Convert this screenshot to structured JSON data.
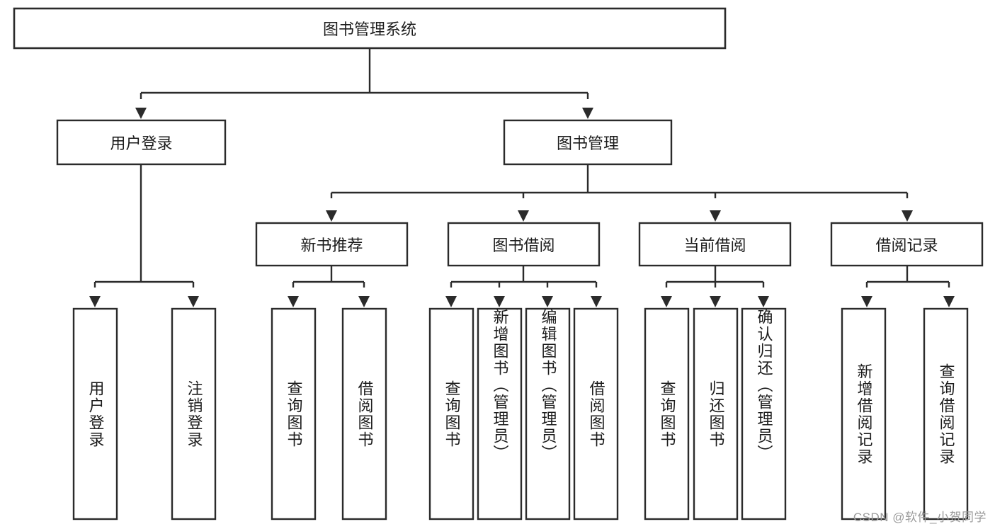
{
  "diagram": {
    "type": "tree-hierarchy-chart",
    "title": "图书管理系统",
    "orientation": "top-down",
    "box_fill": "#ffffff",
    "box_stroke": "#2b2b2b",
    "text_color": "#1c1c1c",
    "levels": 4,
    "nodes": {
      "root": {
        "label": "图书管理系统",
        "level": 0,
        "text_direction": "horizontal"
      },
      "l1": [
        {
          "label": "用户登录",
          "level": 1,
          "text_direction": "horizontal"
        },
        {
          "label": "图书管理",
          "level": 1,
          "text_direction": "horizontal"
        }
      ],
      "l2": [
        {
          "label": "新书推荐",
          "level": 2,
          "text_direction": "horizontal",
          "parent": "图书管理"
        },
        {
          "label": "图书借阅",
          "level": 2,
          "text_direction": "horizontal",
          "parent": "图书管理"
        },
        {
          "label": "当前借阅",
          "level": 2,
          "text_direction": "horizontal",
          "parent": "图书管理"
        },
        {
          "label": "借阅记录",
          "level": 2,
          "text_direction": "horizontal",
          "parent": "图书管理"
        }
      ],
      "leaves": [
        {
          "label": "用户登录",
          "parent": "用户登录",
          "text_direction": "vertical"
        },
        {
          "label": "注销登录",
          "parent": "用户登录",
          "text_direction": "vertical"
        },
        {
          "label": "查询图书",
          "parent": "新书推荐",
          "text_direction": "vertical"
        },
        {
          "label": "借阅图书",
          "parent": "新书推荐",
          "text_direction": "vertical"
        },
        {
          "label": "查询图书",
          "parent": "图书借阅",
          "text_direction": "vertical"
        },
        {
          "label": "新增图书（管理员）",
          "parent": "图书借阅",
          "text_direction": "vertical"
        },
        {
          "label": "编辑图书（管理员）",
          "parent": "图书借阅",
          "text_direction": "vertical"
        },
        {
          "label": "借阅图书",
          "parent": "图书借阅",
          "text_direction": "vertical"
        },
        {
          "label": "查询图书",
          "parent": "当前借阅",
          "text_direction": "vertical"
        },
        {
          "label": "归还图书",
          "parent": "当前借阅",
          "text_direction": "vertical"
        },
        {
          "label": "确认归还（管理员）",
          "parent": "当前借阅",
          "text_direction": "vertical"
        },
        {
          "label": "新增借阅记录",
          "parent": "借阅记录",
          "text_direction": "vertical"
        },
        {
          "label": "查询借阅记录",
          "parent": "借阅记录",
          "text_direction": "vertical"
        }
      ]
    }
  },
  "watermark": {
    "text": "CSDN @软件_小贺同学",
    "color": "#9b9b9b"
  }
}
